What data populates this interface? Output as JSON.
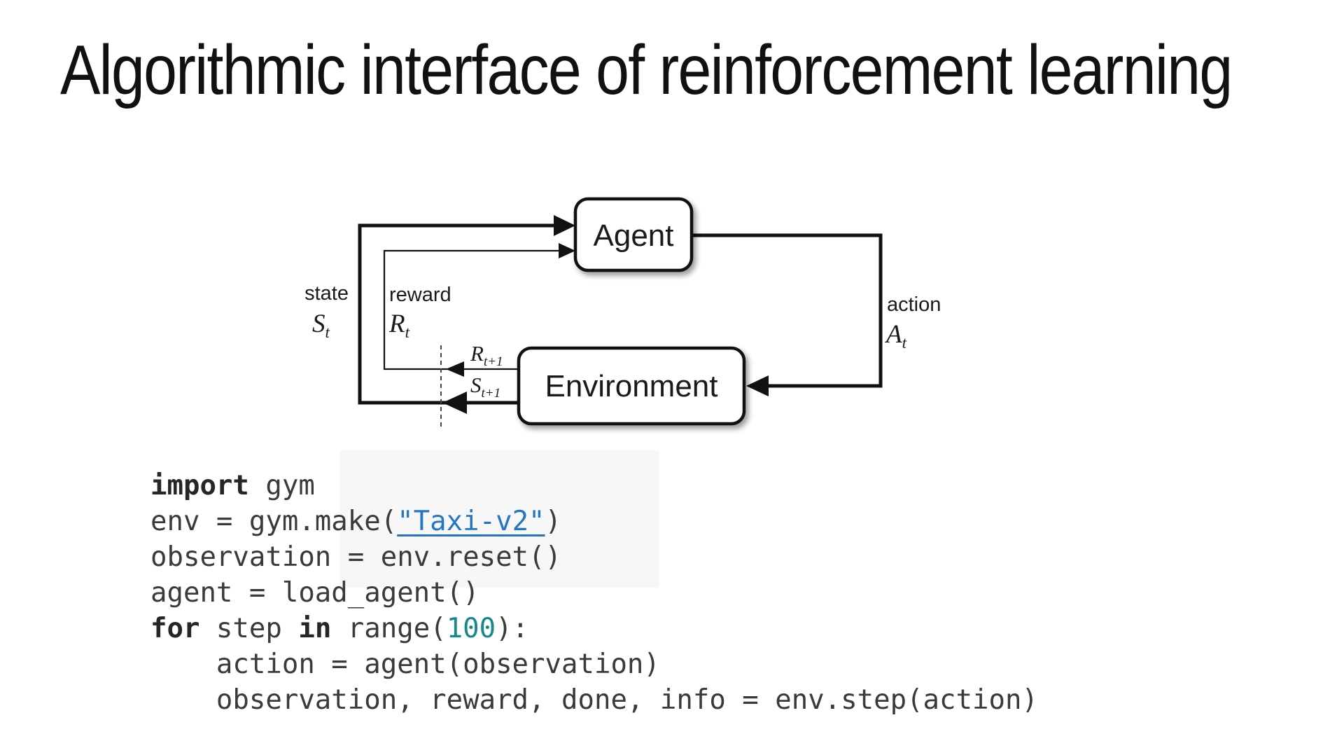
{
  "title": "Algorithmic interface of reinforcement learning",
  "diagram": {
    "agent_label": "Agent",
    "environment_label": "Environment",
    "state_label": "state",
    "state_symbol": "S",
    "state_sub": "t",
    "reward_label": "reward",
    "reward_symbol": "R",
    "reward_sub": "t",
    "action_label": "action",
    "action_symbol": "A",
    "action_sub": "t",
    "next_reward_symbol": "R",
    "next_reward_sub": "t+1",
    "next_state_symbol": "S",
    "next_state_sub": "t+1"
  },
  "code": {
    "lines": [
      [
        {
          "t": "import",
          "s": "kw"
        },
        {
          "t": " gym",
          "s": "p"
        }
      ],
      [
        {
          "t": "env = gym.make(",
          "s": "p"
        },
        {
          "t": "\"Taxi-v2\"",
          "s": "lnk"
        },
        {
          "t": ")",
          "s": "p"
        }
      ],
      [
        {
          "t": "observation = env.reset()",
          "s": "p"
        }
      ],
      [
        {
          "t": "agent = load_agent()",
          "s": "p"
        }
      ],
      [
        {
          "t": "for",
          "s": "kw"
        },
        {
          "t": " step ",
          "s": "p"
        },
        {
          "t": "in",
          "s": "kw"
        },
        {
          "t": " range(",
          "s": "p"
        },
        {
          "t": "100",
          "s": "num"
        },
        {
          "t": "):",
          "s": "p"
        }
      ],
      [
        {
          "t": "    action = agent(observation)",
          "s": "p"
        }
      ],
      [
        {
          "t": "    observation, reward, done, info = env.step(action)",
          "s": "p"
        }
      ]
    ]
  },
  "colors": {
    "code_plain": "#3a3a3a",
    "code_keyword": "#262626",
    "code_link": "#2575c4",
    "code_number": "#15898c",
    "diagram_line": "#111111",
    "diagram_text": "#1a1a1a",
    "dashed_line": "#444444"
  }
}
